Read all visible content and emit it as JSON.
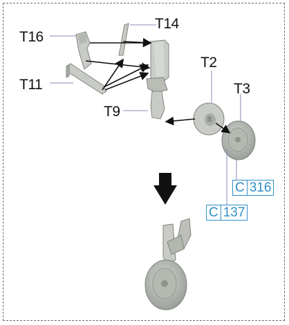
{
  "parts": {
    "t14": "T14",
    "t16": "T16",
    "t11": "T11",
    "t9": "T9",
    "t2": "T2",
    "t3": "T3"
  },
  "refs": [
    {
      "letter": "C",
      "number": "316"
    },
    {
      "letter": "C",
      "number": "137"
    }
  ],
  "colors": {
    "part_fill": "#c9ccc6",
    "part_shade": "#9da19b",
    "leader_line": "#8a8ab8",
    "ref_blue": "#2e8ec8",
    "arrow": "#111111"
  },
  "icons": {
    "step_arrow": "down-arrow-icon"
  }
}
